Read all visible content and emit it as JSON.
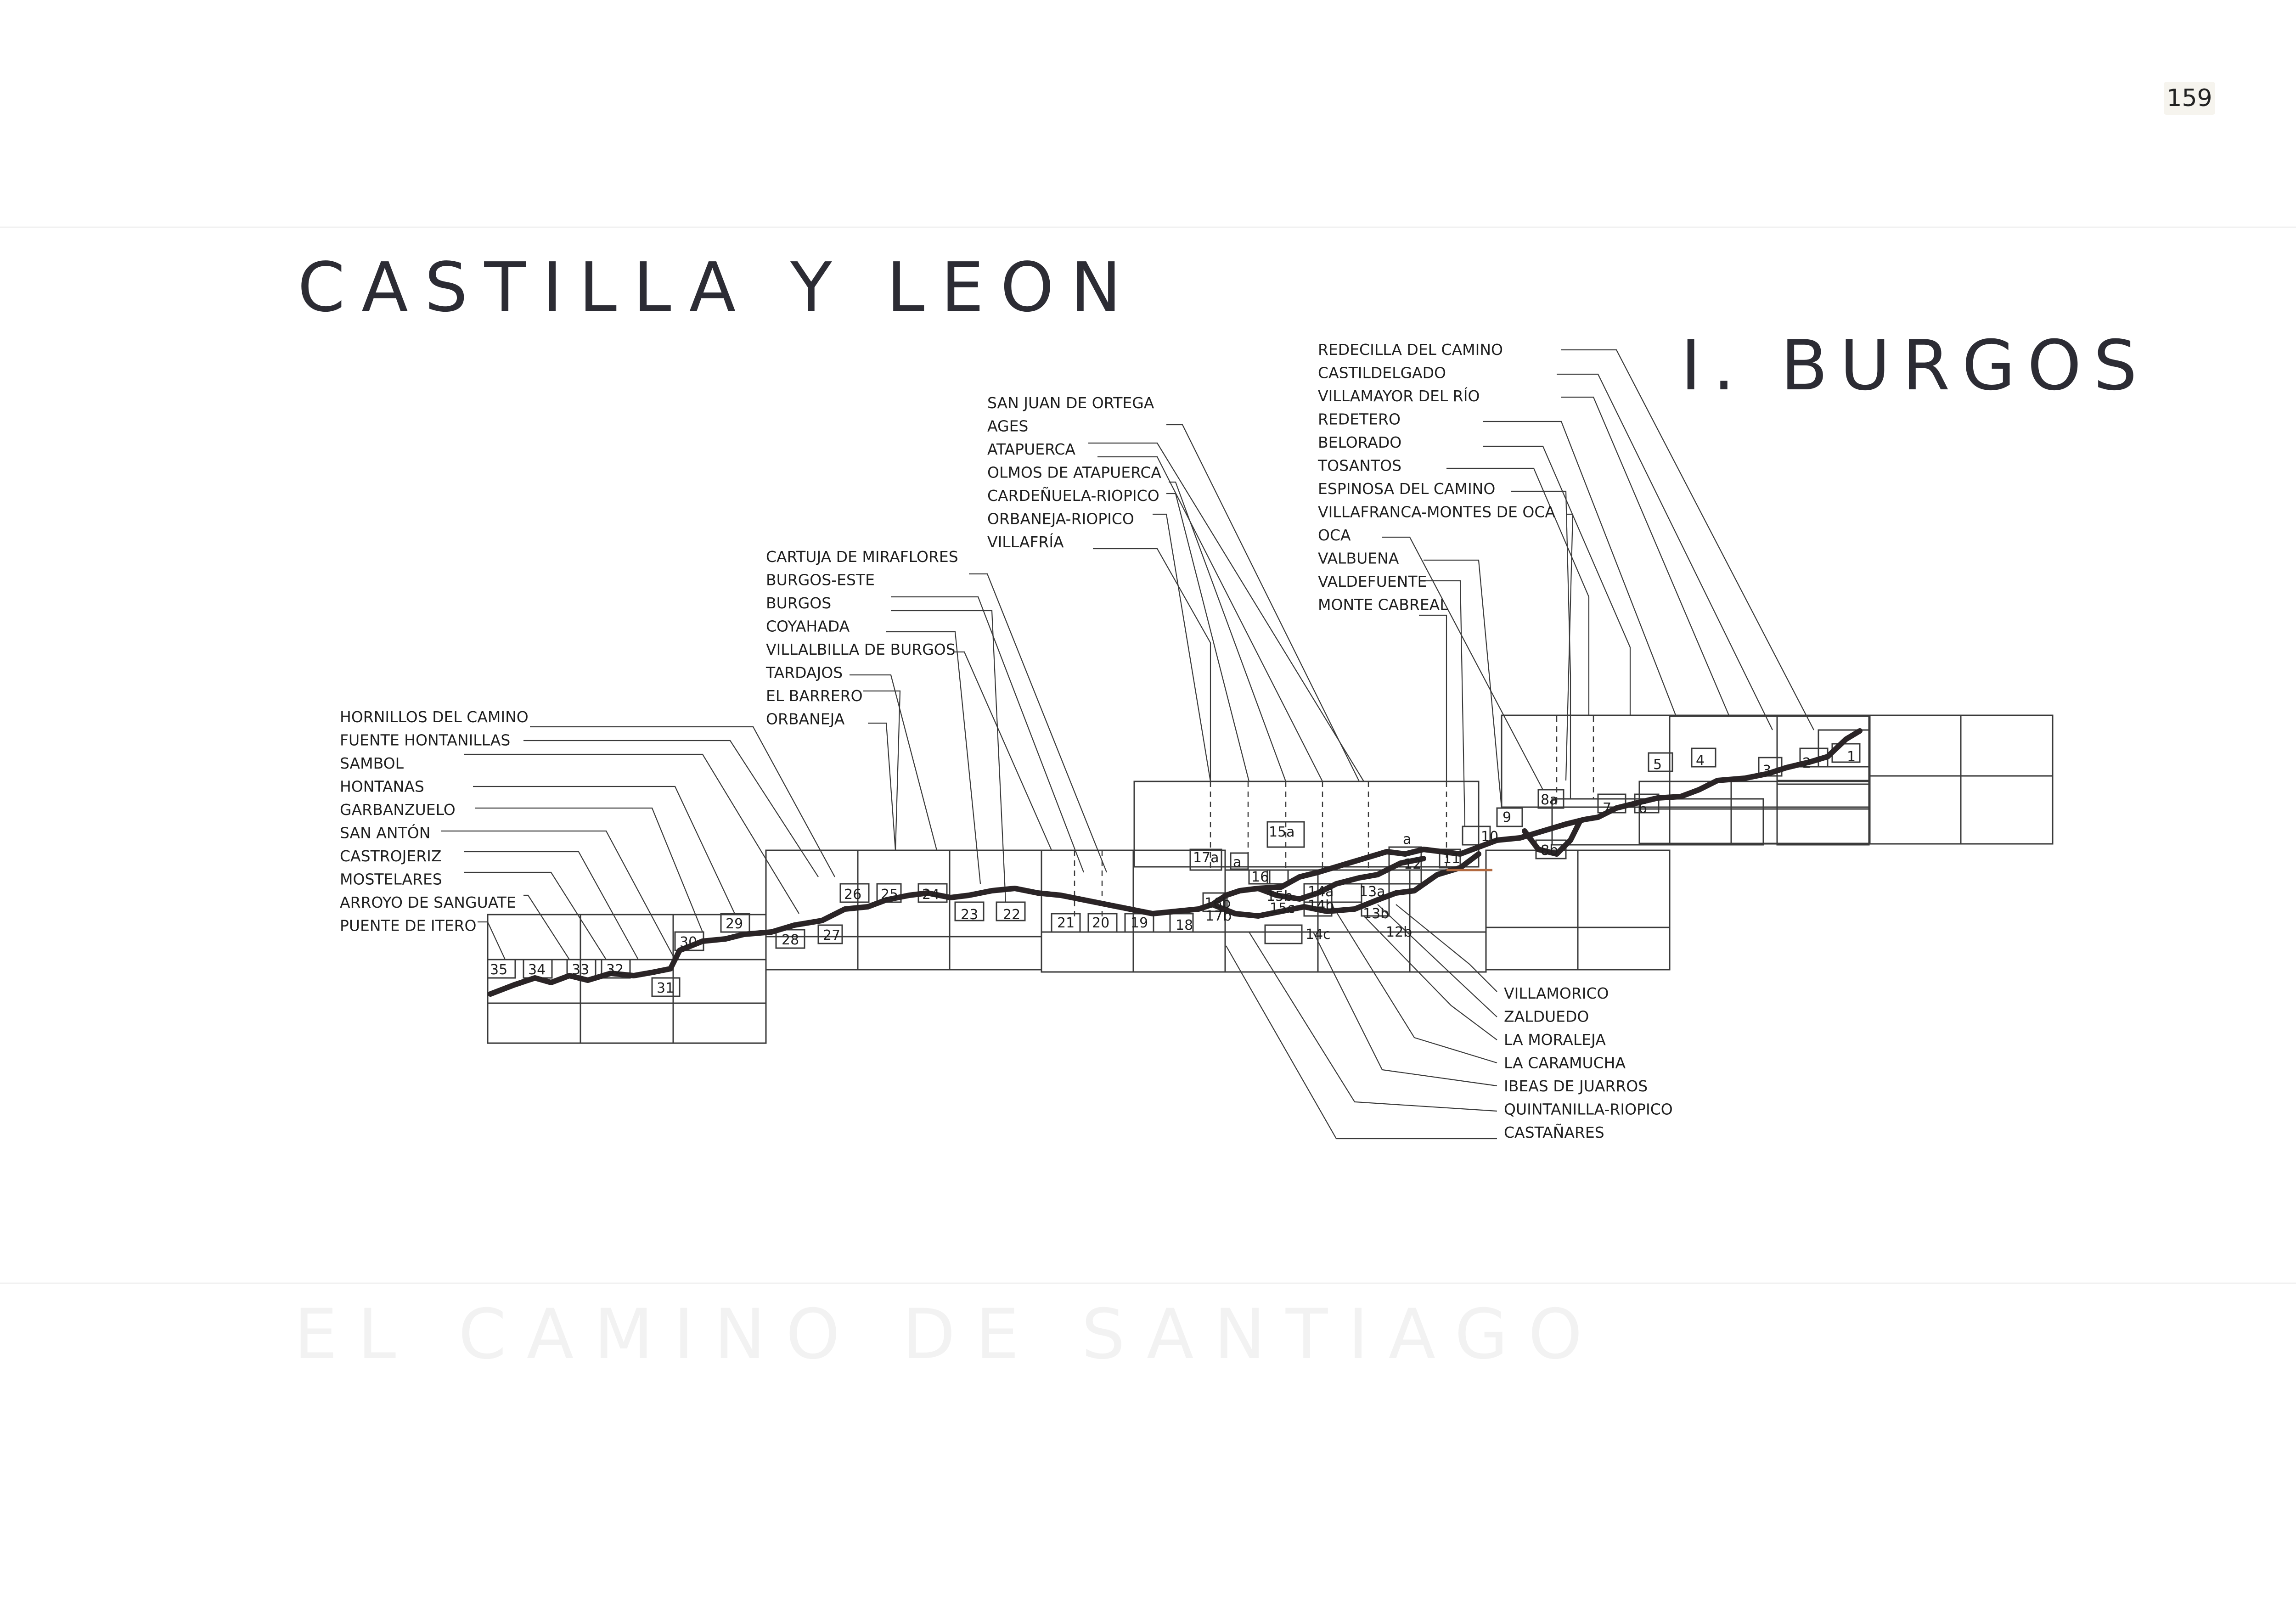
{
  "page": {
    "number": "159"
  },
  "header": {
    "title": "CASTILLA Y LEON",
    "subtitle": "I. BURGOS"
  },
  "footer": {
    "faint_text": "EL CAMINO DE SANTIAGO"
  },
  "map": {
    "groups": {
      "west": [
        "HORNILLOS DEL CAMINO",
        "FUENTE HONTANILLAS",
        "SAMBOL",
        "HONTANAS",
        "GARBANZUELO",
        "SAN ANTÓN",
        "CASTROJERIZ",
        "MOSTELARES",
        "ARROYO DE SANGUATE",
        "PUENTE DE ITERO"
      ],
      "center_left": [
        "CARTUJA DE MIRAFLORES",
        "BURGOS-ESTE",
        "BURGOS",
        "COYAHADA",
        "VILLALBILLA DE BURGOS",
        "TARDAJOS",
        "EL BARRERO",
        "ORBANEJA"
      ],
      "center": [
        "SAN JUAN DE ORTEGA",
        "AGES",
        "ATAPUERCA",
        "OLMOS DE ATAPUERCA",
        "CARDEÑUELA-RIOPICO",
        "ORBANEJA-RIOPICO",
        "VILLAFRÍA"
      ],
      "east": [
        "REDECILLA DEL CAMINO",
        "CASTILDELGADO",
        "VILLAMAYOR DEL RÍO",
        "REDETERO",
        "BELORADO",
        "TOSANTOS",
        "ESPINOSA DEL CAMINO",
        "VILLAFRANCA-MONTES DE OCA",
        "OCA",
        "VALBUENA",
        "VALDEFUENTE",
        "MONTE CABREAL"
      ],
      "bottom": [
        "VILLAMORICO",
        "ZALDUEDO",
        "LA MORALEJA",
        "LA CARAMUCHA",
        "IBEAS DE JUARROS",
        "QUINTANILLA-RIOPICO",
        "CASTAÑARES"
      ]
    },
    "sheets": [
      "1",
      "2",
      "3",
      "4",
      "5",
      "6",
      "7",
      "8a",
      "8b",
      "9",
      "10",
      "11",
      "12",
      "12b",
      "13a",
      "13b",
      "14a",
      "14b",
      "14c",
      "15a",
      "15b",
      "15c",
      "16",
      "16b",
      "17a",
      "17b",
      "18",
      "19",
      "20",
      "21",
      "22",
      "23",
      "24",
      "25",
      "26",
      "27",
      "28",
      "29",
      "30",
      "31",
      "32",
      "33",
      "34",
      "35",
      "a",
      "a"
    ],
    "colors": {
      "route": "#2a2426",
      "lines": "#3a3a3a"
    }
  }
}
